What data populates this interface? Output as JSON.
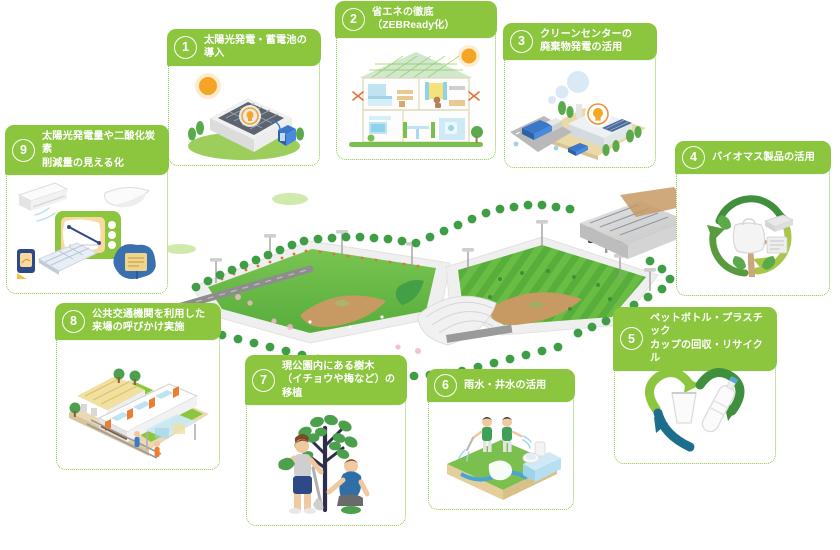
{
  "figure": {
    "title_visible": false,
    "accent_color": "#8cc63f",
    "badge_text_color": "#ffffff",
    "card_border_style": "dotted-green",
    "background_color": "#ffffff"
  },
  "measures": [
    {
      "number": "1",
      "label": "太陽光発電・蓄電池の導入",
      "icon": "solar-panel-building-icon"
    },
    {
      "number": "2",
      "label": "省エネの徹底（ZEBReady化）",
      "icon": "energy-saving-house-icon"
    },
    {
      "number": "3",
      "label": "クリーンセンターの\n廃棄物発電の活用",
      "icon": "waste-power-plant-icon"
    },
    {
      "number": "4",
      "label": "バイオマス製品の活用",
      "icon": "biomass-cycle-icon"
    },
    {
      "number": "5",
      "label": "ペットボトル・プラスチック\nカップの回収・リサイクル",
      "icon": "bottle-recycle-heart-icon"
    },
    {
      "number": "6",
      "label": "雨水・井水の活用",
      "icon": "rainwater-well-icon"
    },
    {
      "number": "7",
      "label": "現公園内にある樹木\n（イチョウや梅など）の移植",
      "icon": "tree-transplant-icon"
    },
    {
      "number": "8",
      "label": "公共交通機関を利用した\n来場の呼びかけ実施",
      "icon": "train-station-icon"
    },
    {
      "number": "9",
      "label": "太陽光発電量や二酸化炭素\n削減量の見える化",
      "icon": "visualization-monitor-icon"
    }
  ],
  "central_map": {
    "name": "park-stadium-aerial-map",
    "description_visible": false,
    "features": [
      "baseball-field-left",
      "baseball-field-right",
      "stadium-seating",
      "tree-lined-perimeter",
      "access-road",
      "parking-plaza",
      "solar-roof-building",
      "scoreboard"
    ],
    "colors": {
      "turf": "#6cbb45",
      "turf_dark": "#4fa83a",
      "infield_dirt": "#c79a64",
      "path": "#e9e9e9",
      "road": "#8d8d8d",
      "tree": "#3f9d46",
      "building": "#d8d8d8"
    }
  }
}
